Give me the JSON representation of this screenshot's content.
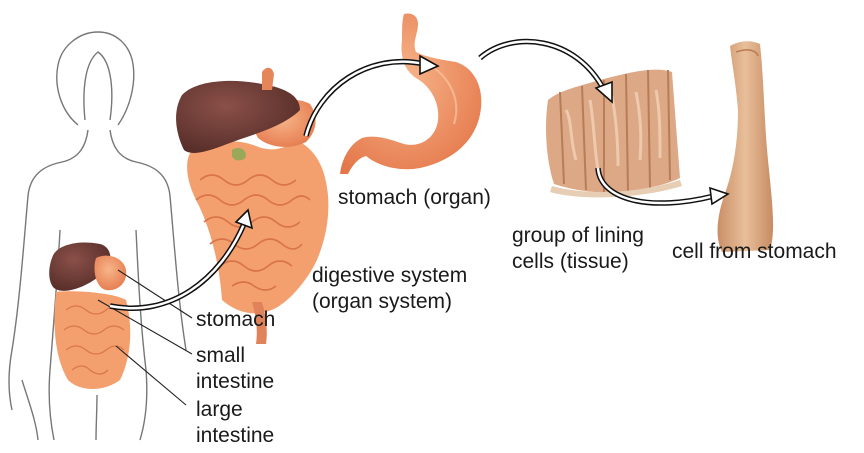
{
  "labels": {
    "stomach_callout": "stomach",
    "small_intestine_callout": [
      "small",
      "intestine"
    ],
    "large_intestine_callout": [
      "large",
      "intestine"
    ],
    "digestive_system": [
      "digestive system",
      "(organ system)"
    ],
    "stomach_organ": "stomach (organ)",
    "lining_tissue": [
      "group of lining",
      "cells (tissue)"
    ],
    "stomach_cell": "cell from stomach"
  },
  "colors": {
    "outline": "#6e6e6e",
    "liver": "#6a3a34",
    "stomach": "#f08a5a",
    "intestine": "#f4a06e",
    "tissue": "#e2b48e",
    "cell": "#d9a57c",
    "arrow": "#111111"
  }
}
